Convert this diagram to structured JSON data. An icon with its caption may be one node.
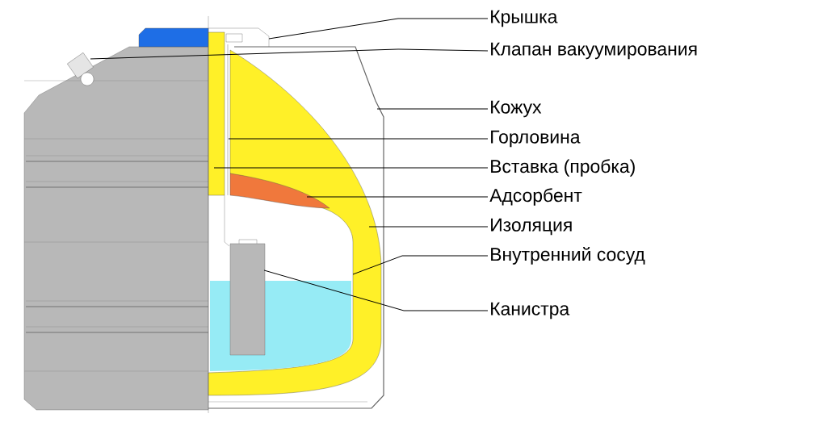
{
  "diagram": {
    "nodes": [
      {
        "text": [
          "Крышка"
        ]
      },
      {
        "text": [
          "Клапан вакуумирования"
        ]
      },
      {
        "text": [
          "Кожух"
        ]
      },
      {
        "text": [
          "Горловина"
        ]
      },
      {
        "text": [
          "Вставка (пробка)"
        ]
      },
      {
        "text": [
          "Адсорбент"
        ]
      },
      {
        "text": [
          "Изоляция"
        ]
      },
      {
        "text": [
          "Внутренний сосуд"
        ]
      },
      {
        "text": [
          "Канистра"
        ]
      }
    ],
    "edges": [
      {
        "from": 0,
        "to": null,
        "arrow": "none"
      },
      {
        "from": 1,
        "to": null,
        "arrow": "none"
      },
      {
        "from": 2,
        "to": null,
        "arrow": "none"
      },
      {
        "from": 3,
        "to": null,
        "arrow": "none"
      },
      {
        "from": 4,
        "to": null,
        "arrow": "none"
      },
      {
        "from": 5,
        "to": null,
        "arrow": "none"
      },
      {
        "from": 6,
        "to": null,
        "arrow": "none"
      },
      {
        "from": 7,
        "to": null,
        "arrow": "none"
      },
      {
        "from": 8,
        "to": null,
        "arrow": "none"
      }
    ]
  }
}
